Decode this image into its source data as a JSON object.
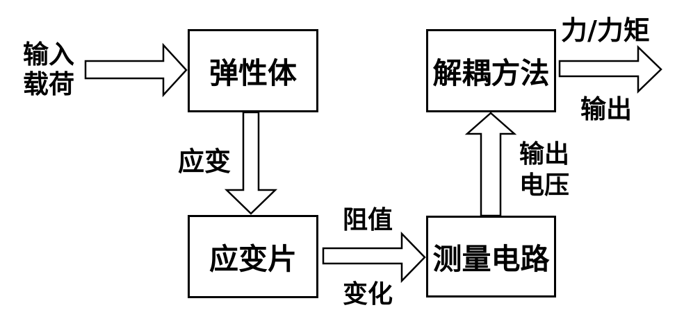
{
  "diagram": {
    "type": "flowchart",
    "background_color": "#ffffff",
    "stroke_color": "#000000",
    "text_color": "#000000",
    "nodes": {
      "elastic_body": {
        "label": "弹性体"
      },
      "decoupling_method": {
        "label": "解耦方法"
      },
      "strain_gauge": {
        "label": "应变片"
      },
      "measurement_circuit": {
        "label": "测量电路"
      }
    },
    "edge_labels": {
      "input_load_line1": "输入",
      "input_load_line2": "载荷",
      "strain": "应变",
      "resistance_line1": "阻值",
      "resistance_line2": "变化",
      "output_voltage_line1": "输出",
      "output_voltage_line2": "电压",
      "force_torque": "力/力矩",
      "output": "输出"
    },
    "edges": [
      {
        "from": "输入载荷",
        "to": "弹性体",
        "label": "输入载荷",
        "direction": "right"
      },
      {
        "from": "弹性体",
        "to": "应变片",
        "label": "应变",
        "direction": "down"
      },
      {
        "from": "应变片",
        "to": "测量电路",
        "label": "阻值变化",
        "direction": "right"
      },
      {
        "from": "测量电路",
        "to": "解耦方法",
        "label": "输出电压",
        "direction": "up"
      },
      {
        "from": "解耦方法",
        "to": "力/力矩 输出",
        "label": "力/力矩 输出",
        "direction": "right"
      }
    ]
  }
}
